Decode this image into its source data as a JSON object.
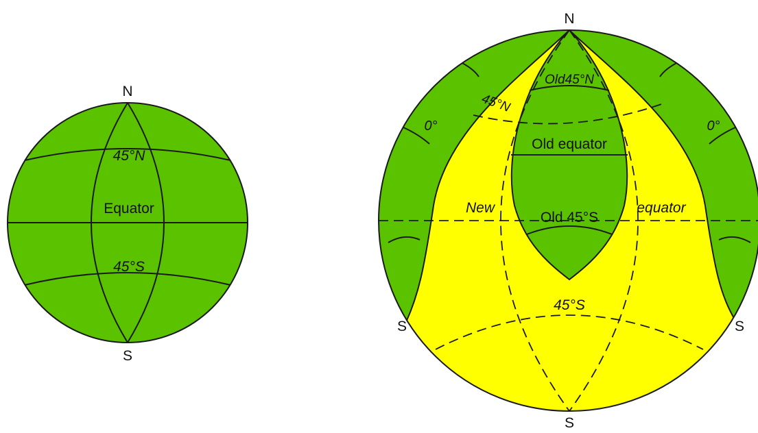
{
  "colors": {
    "land": "#5bc200",
    "shift": "#ffff00",
    "line": "#1a1a1a"
  },
  "left_globe": {
    "north": "N",
    "south": "S",
    "lat_45n": "45°N",
    "equator": "Equator",
    "lat_45s": "45°S"
  },
  "right_globe": {
    "north": "N",
    "south_bottom": "S",
    "south_left": "S",
    "south_right": "S",
    "old_45n": "Old45°N",
    "new_45n": "45°N",
    "meridian_left": "0°",
    "meridian_right": "0°",
    "old_equator": "Old equator",
    "new_label": "New",
    "old_45s": "Old 45°S",
    "equator_label": "equator",
    "new_45s": "45°S"
  }
}
